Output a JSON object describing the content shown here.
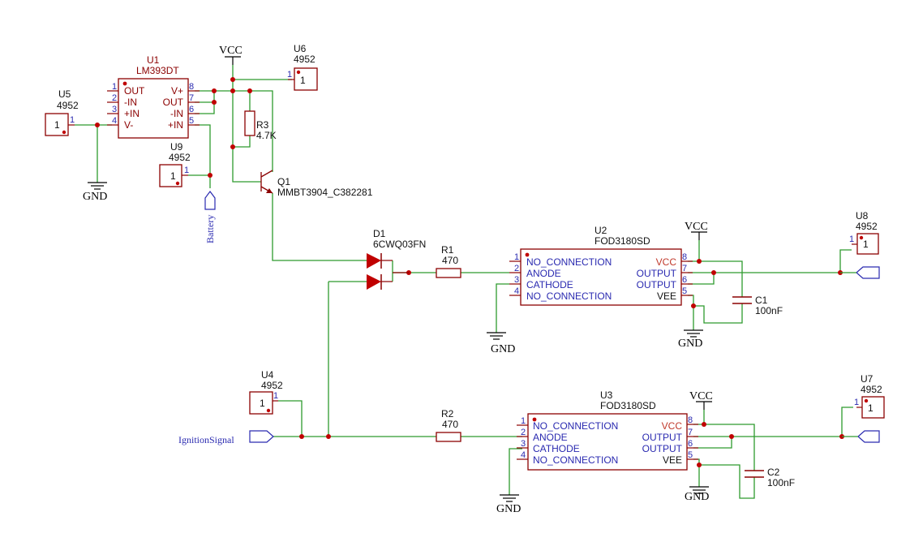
{
  "power": {
    "vcc": "VCC",
    "gnd": "GND"
  },
  "u1": {
    "ref": "U1",
    "value": "LM393DT",
    "left": [
      {
        "n": "1",
        "t": "OUT"
      },
      {
        "n": "2",
        "t": "-IN"
      },
      {
        "n": "3",
        "t": "+IN"
      },
      {
        "n": "4",
        "t": "V-"
      }
    ],
    "right": [
      {
        "n": "8",
        "t": "V+"
      },
      {
        "n": "7",
        "t": "OUT"
      },
      {
        "n": "6",
        "t": "-IN"
      },
      {
        "n": "5",
        "t": "+IN"
      }
    ]
  },
  "u5": {
    "ref": "U5",
    "value": "4952",
    "pin": "1"
  },
  "u6": {
    "ref": "U6",
    "value": "4952",
    "pin": "1"
  },
  "u9": {
    "ref": "U9",
    "value": "4952",
    "pin": "1"
  },
  "u4": {
    "ref": "U4",
    "value": "4952",
    "pin": "1"
  },
  "u8": {
    "ref": "U8",
    "value": "4952",
    "pin": "1"
  },
  "u7": {
    "ref": "U7",
    "value": "4952",
    "pin": "1"
  },
  "r3": {
    "ref": "R3",
    "value": "4.7K"
  },
  "q1": {
    "ref": "Q1",
    "value": "MMBT3904_C382281"
  },
  "d1": {
    "ref": "D1",
    "value": "6CWQ03FN"
  },
  "r1": {
    "ref": "R1",
    "value": "470"
  },
  "r2": {
    "ref": "R2",
    "value": "470"
  },
  "c1": {
    "ref": "C1",
    "value": "100nF"
  },
  "c2": {
    "ref": "C2",
    "value": "100nF"
  },
  "u2": {
    "ref": "U2",
    "value": "FOD3180SD",
    "left": [
      {
        "n": "1",
        "t": "NO_CONNECTION"
      },
      {
        "n": "2",
        "t": "ANODE"
      },
      {
        "n": "3",
        "t": "CATHODE"
      },
      {
        "n": "4",
        "t": "NO_CONNECTION"
      }
    ],
    "right": [
      {
        "n": "8",
        "t": "VCC"
      },
      {
        "n": "7",
        "t": "OUTPUT"
      },
      {
        "n": "6",
        "t": "OUTPUT"
      },
      {
        "n": "5",
        "t": "VEE"
      }
    ]
  },
  "u3": {
    "ref": "U3",
    "value": "FOD3180SD",
    "left": [
      {
        "n": "1",
        "t": "NO_CONNECTION"
      },
      {
        "n": "2",
        "t": "ANODE"
      },
      {
        "n": "3",
        "t": "CATHODE"
      },
      {
        "n": "4",
        "t": "NO_CONNECTION"
      }
    ],
    "right": [
      {
        "n": "8",
        "t": "VCC"
      },
      {
        "n": "7",
        "t": "OUTPUT"
      },
      {
        "n": "6",
        "t": "OUTPUT"
      },
      {
        "n": "5",
        "t": "VEE"
      }
    ]
  },
  "nets": {
    "battery": "Battery",
    "ignition": "IgnitionSignal"
  }
}
